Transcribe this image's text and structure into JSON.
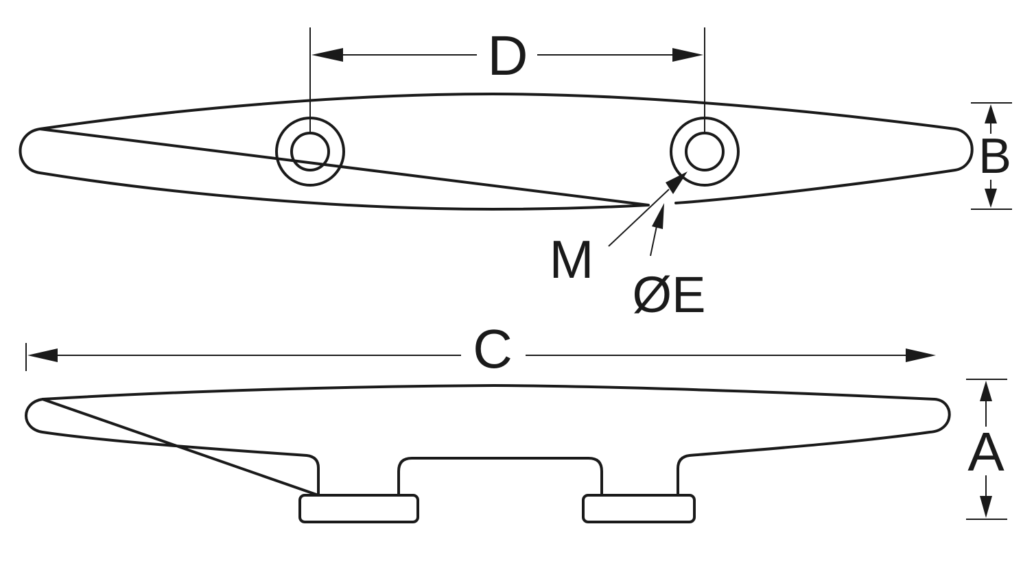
{
  "labels": {
    "dimension_a": "A",
    "dimension_b": "B",
    "dimension_c": "C",
    "dimension_d": "D",
    "dimension_e": "ØE",
    "dimension_m": "M"
  }
}
